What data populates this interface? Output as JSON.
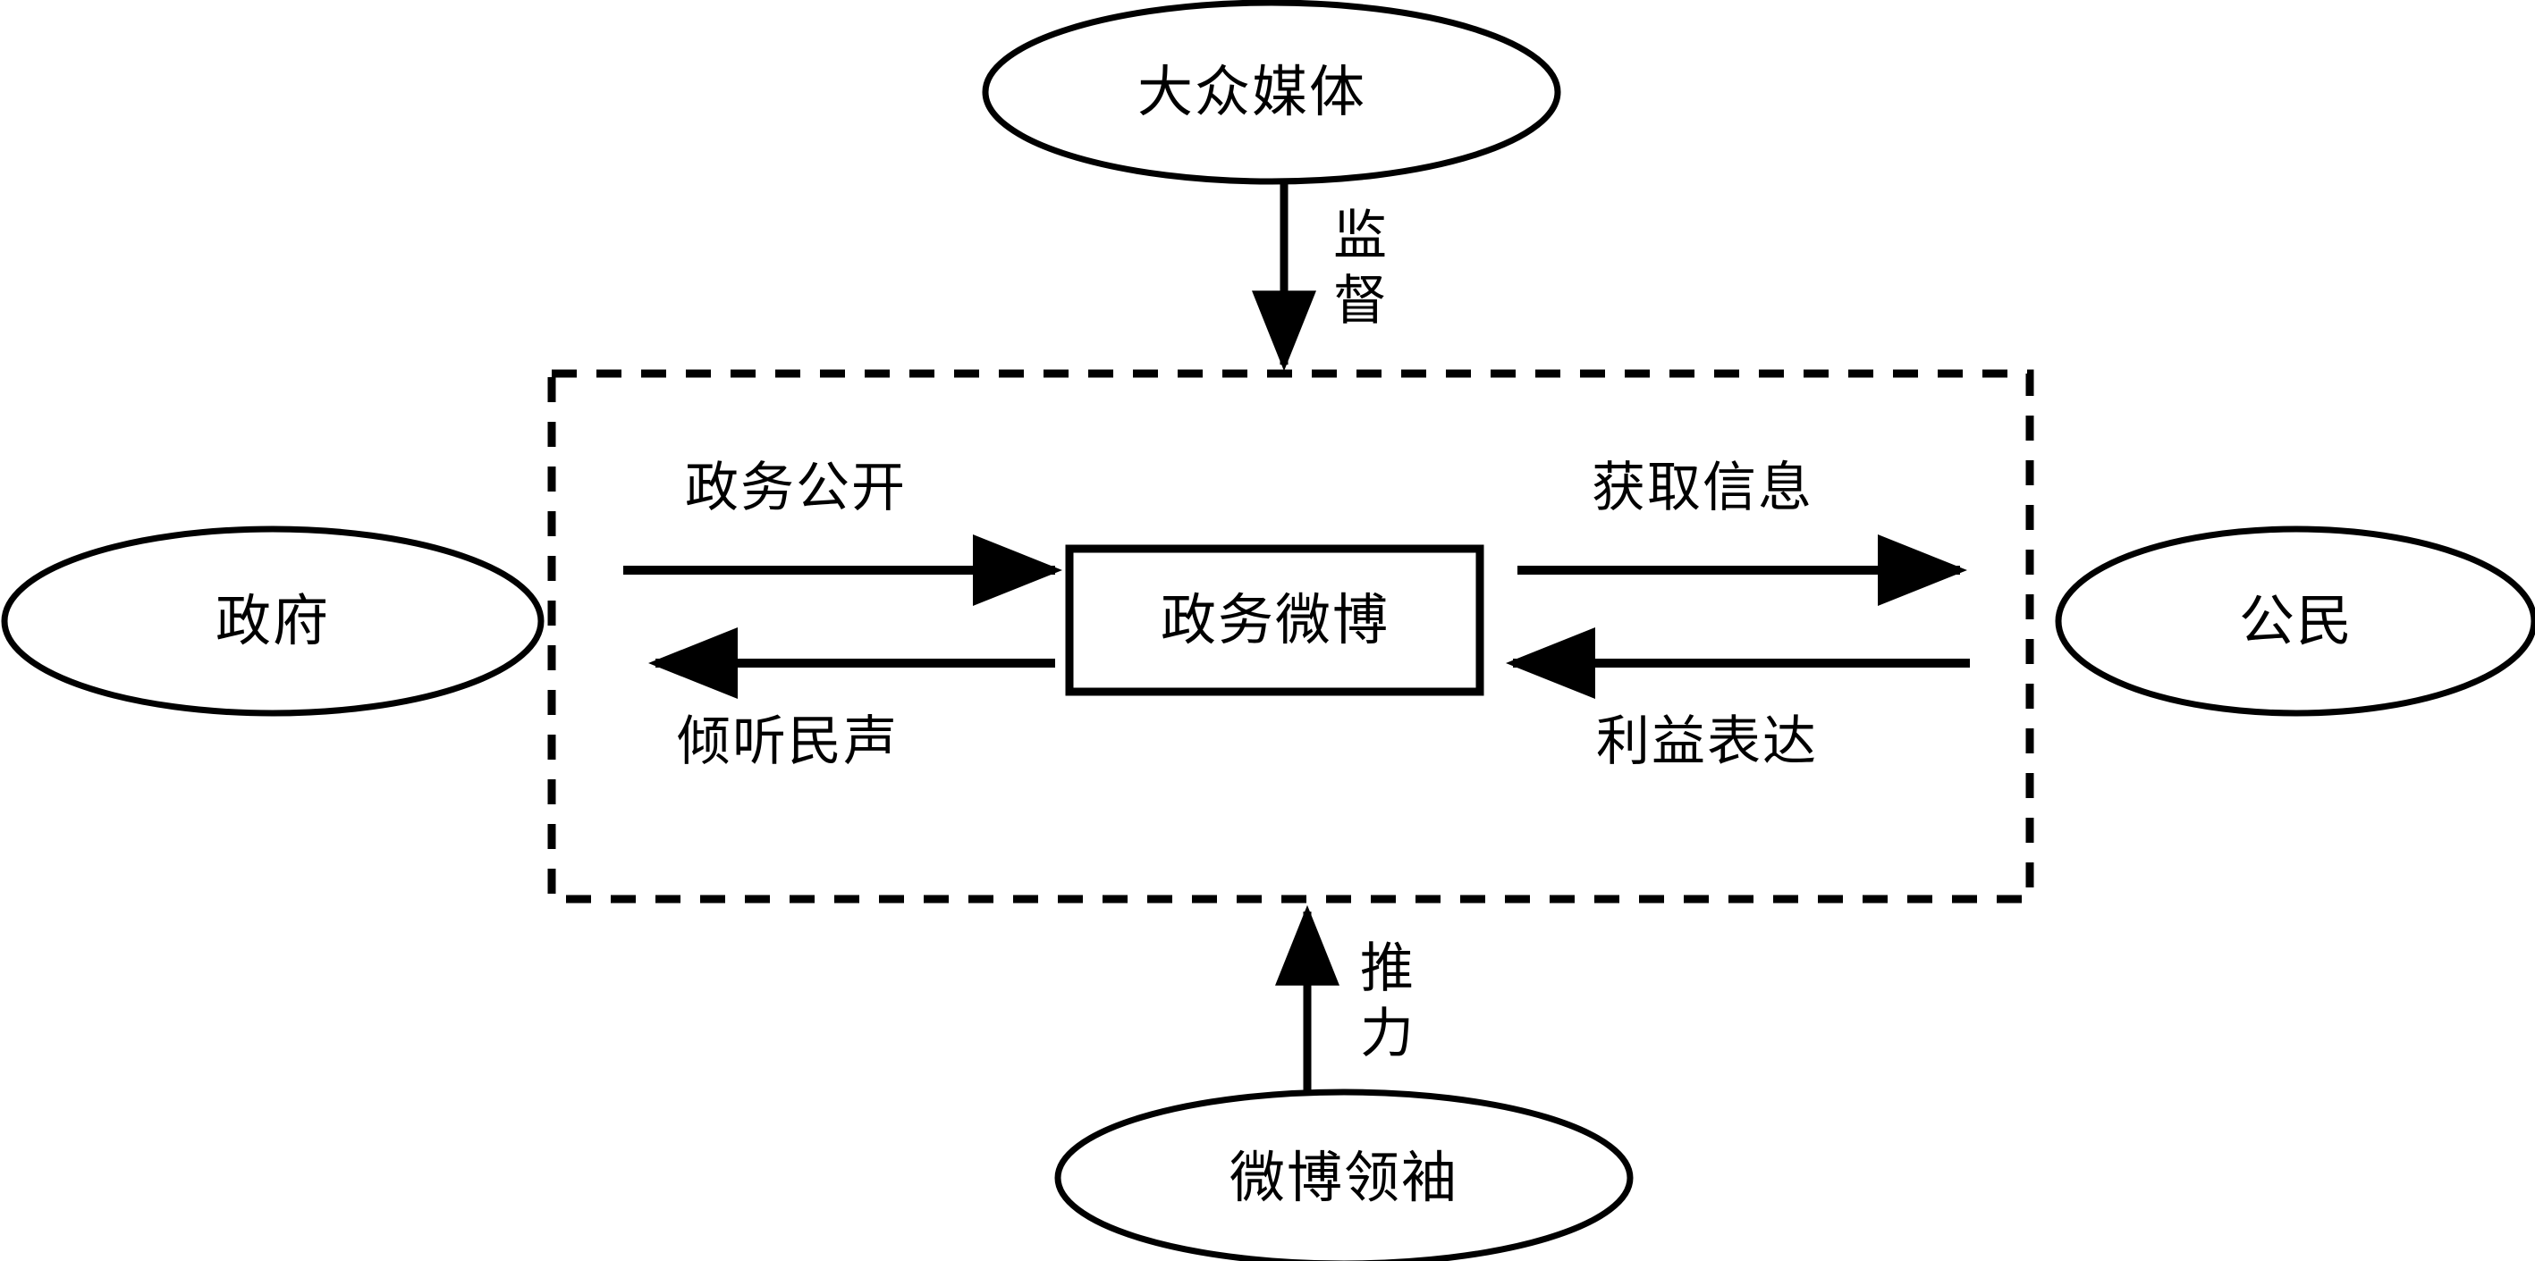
{
  "diagram": {
    "title_text_language": "zh-CN",
    "stroke_color": "#000000",
    "background_color": "#ffffff",
    "nodes": [
      {
        "id": "mass-media",
        "shape": "ellipse",
        "label": "大众媒体"
      },
      {
        "id": "government",
        "shape": "ellipse",
        "label": "政府"
      },
      {
        "id": "citizens",
        "shape": "ellipse",
        "label": "公民"
      },
      {
        "id": "weibo-leader",
        "shape": "ellipse",
        "label": "微博领袖"
      },
      {
        "id": "gov-weibo",
        "shape": "rectangle",
        "label": "政务微博"
      },
      {
        "id": "system-boundary",
        "shape": "dashed-rectangle",
        "label": ""
      }
    ],
    "edges": [
      {
        "id": "supervision",
        "from": "mass-media",
        "to": "system-boundary",
        "label": "监督",
        "orientation": "vertical",
        "direction": "down"
      },
      {
        "id": "gov-disclosure",
        "from": "government",
        "to": "gov-weibo",
        "label": "政务公开",
        "orientation": "horizontal",
        "direction": "right"
      },
      {
        "id": "listen-to-people",
        "from": "gov-weibo",
        "to": "government",
        "label": "倾听民声",
        "orientation": "horizontal",
        "direction": "left"
      },
      {
        "id": "obtain-information",
        "from": "gov-weibo",
        "to": "citizens",
        "label": "获取信息",
        "orientation": "horizontal",
        "direction": "right"
      },
      {
        "id": "interest-expression",
        "from": "citizens",
        "to": "gov-weibo",
        "label": "利益表达",
        "orientation": "horizontal",
        "direction": "left"
      },
      {
        "id": "driving-force",
        "from": "weibo-leader",
        "to": "system-boundary",
        "label": "推力",
        "orientation": "vertical",
        "direction": "up"
      }
    ]
  }
}
